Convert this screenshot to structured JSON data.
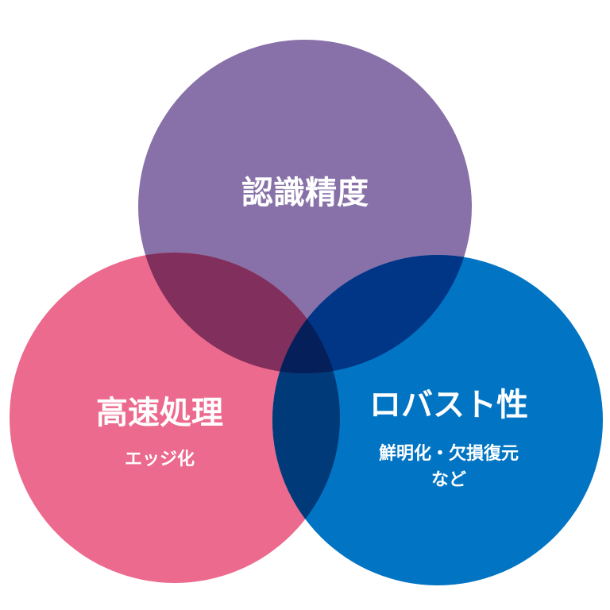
{
  "diagram": {
    "top": {
      "title": "認識精度",
      "color": "#8771A8"
    },
    "left": {
      "title": "高速処理",
      "subtitle": "エッジ化",
      "color": "#EC6A8D"
    },
    "right": {
      "title": "ロバスト性",
      "subtitle_line1": "鮮明化・欠損復元",
      "subtitle_line2": "など",
      "color": "#0174C3"
    },
    "overlaps": {
      "top_left": "#812F5C",
      "top_right": "#013586",
      "left_right": "#013A78",
      "center": "#051F5A"
    }
  }
}
